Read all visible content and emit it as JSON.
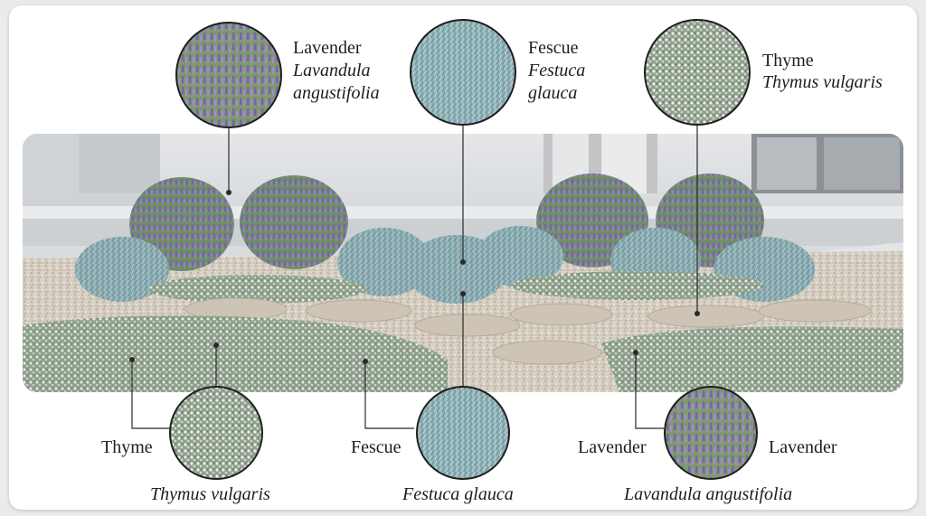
{
  "top_callouts": [
    {
      "common": "Lavender",
      "latin_line1": "Lavandula",
      "latin_line2": "angustifolia"
    },
    {
      "common": "Fescue",
      "latin_line1": "Festuca",
      "latin_line2": "glauca"
    },
    {
      "common": "Thyme",
      "latin_line1": "Thymus vulgaris"
    }
  ],
  "bottom_callouts": [
    {
      "common": "Thyme",
      "latin": "Thymus vulgaris"
    },
    {
      "common": "Fescue",
      "latin": "Festuca glauca"
    },
    {
      "common_left": "Lavender",
      "common_right": "Lavender",
      "latin": "Lavandula angustifolia"
    }
  ],
  "colors": {
    "lavender": "#7b5fb8",
    "fescue": "#8fb3b9",
    "thyme": "#b9c8b6",
    "gravel": "#d8d0c4",
    "stone": "#cfc6b8",
    "wall": "#dfe1e3",
    "leader": "#2a2a2a"
  }
}
